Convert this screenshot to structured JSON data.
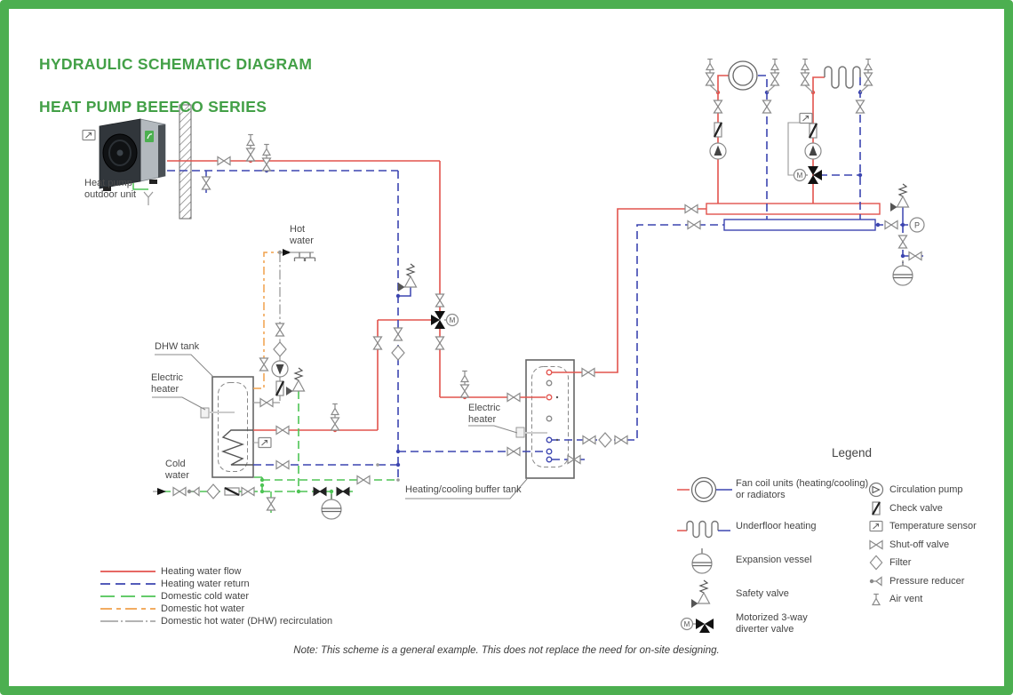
{
  "title": {
    "line1": "HYDRAULIC SCHEMATIC DIAGRAM",
    "line2": "HEAT PUMP BEEECO SERIES"
  },
  "diagram_labels": {
    "heat_pump": "Heat pump\noutdoor unit",
    "hot_water": "Hot\nwater",
    "dhw_tank": "DHW tank",
    "electric_heater_dhw": "Electric\nheater",
    "cold_water": "Cold\nwater",
    "electric_heater_buffer": "Electric\nheater",
    "buffer_tank": "Heating/cooling buffer tank"
  },
  "glyphs": {
    "motor": "M",
    "pressure": "P"
  },
  "legend": {
    "heading": "Legend",
    "left": [
      {
        "name": "fan-coil",
        "label": "Fan coil units (heating/cooling)\nor radiators"
      },
      {
        "name": "underfloor-heating",
        "label": "Underfloor heating"
      },
      {
        "name": "expansion-vessel",
        "label": "Expansion vessel"
      },
      {
        "name": "safety-valve",
        "label": "Safety valve"
      },
      {
        "name": "motorized-3way",
        "label": "Motorized 3-way\ndiverter valve"
      }
    ],
    "right": [
      {
        "name": "circulation-pump",
        "label": "Circulation pump"
      },
      {
        "name": "check-valve",
        "label": "Check valve"
      },
      {
        "name": "temperature-sensor",
        "label": "Temperature sensor"
      },
      {
        "name": "shut-off-valve",
        "label": "Shut-off valve"
      },
      {
        "name": "filter",
        "label": "Filter"
      },
      {
        "name": "pressure-reducer",
        "label": "Pressure reducer"
      },
      {
        "name": "air-vent",
        "label": "Air vent"
      }
    ]
  },
  "line_legend": [
    {
      "label": "Heating water flow",
      "style": "heating-flow",
      "color": "#e2534d"
    },
    {
      "label": "Heating water return",
      "style": "heating-return",
      "color": "#3c45b0"
    },
    {
      "label": "Domestic cold water",
      "style": "domestic-cold-water",
      "color": "#4ec455"
    },
    {
      "label": "Domestic hot water",
      "style": "domestic-hot-water",
      "color": "#f0a14b"
    },
    {
      "label": "Domestic hot water (DHW) recirculation",
      "style": "dhw-recirculation",
      "color": "#9a9a9a"
    }
  ],
  "note": "Note: This scheme is a general example. This does not replace the need for on-site designing.",
  "colors": {
    "accent_green": "#4caf50",
    "title_green": "#43a047",
    "heating_flow_red": "#e2534d",
    "heating_return_blue": "#3c45b0",
    "cold_water_green": "#4ec455",
    "hot_water_orange": "#f0a14b",
    "recirculation_gray": "#9a9a9a"
  }
}
